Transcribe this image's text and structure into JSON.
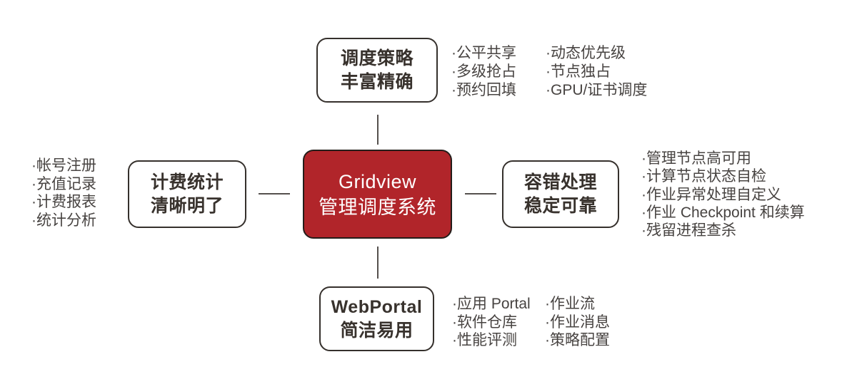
{
  "diagram": {
    "center": {
      "line1": "Gridview",
      "line2": "管理调度系统"
    },
    "top": {
      "title_line1": "调度策略",
      "title_line2": "丰富精确",
      "col1": [
        "·公平共享",
        "·多级抢占",
        "·预约回填"
      ],
      "col2": [
        "·动态优先级",
        "·节点独占",
        "·GPU/证书调度"
      ]
    },
    "left": {
      "title_line1": "计费统计",
      "title_line2": "清晰明了",
      "items": [
        "·帐号注册",
        "·充值记录",
        "·计费报表",
        "·统计分析"
      ]
    },
    "right": {
      "title_line1": "容错处理",
      "title_line2": "稳定可靠",
      "items": [
        "·管理节点高可用",
        "·计算节点状态自检",
        "·作业异常处理自定义",
        "·作业 Checkpoint 和续算",
        "·残留进程查杀"
      ]
    },
    "bottom": {
      "title_line1": "WebPortal",
      "title_line2": "简洁易用",
      "col1": [
        "·应用 Portal",
        "·软件仓库",
        "·性能评测"
      ],
      "col2": [
        "·作业流",
        "·作业消息",
        "·策略配置"
      ]
    },
    "colors": {
      "accent_red": "#b1252a",
      "box_border": "#35302c",
      "title_text": "#38322d",
      "bullet_text": "#474341",
      "connector": "#55504d"
    }
  }
}
